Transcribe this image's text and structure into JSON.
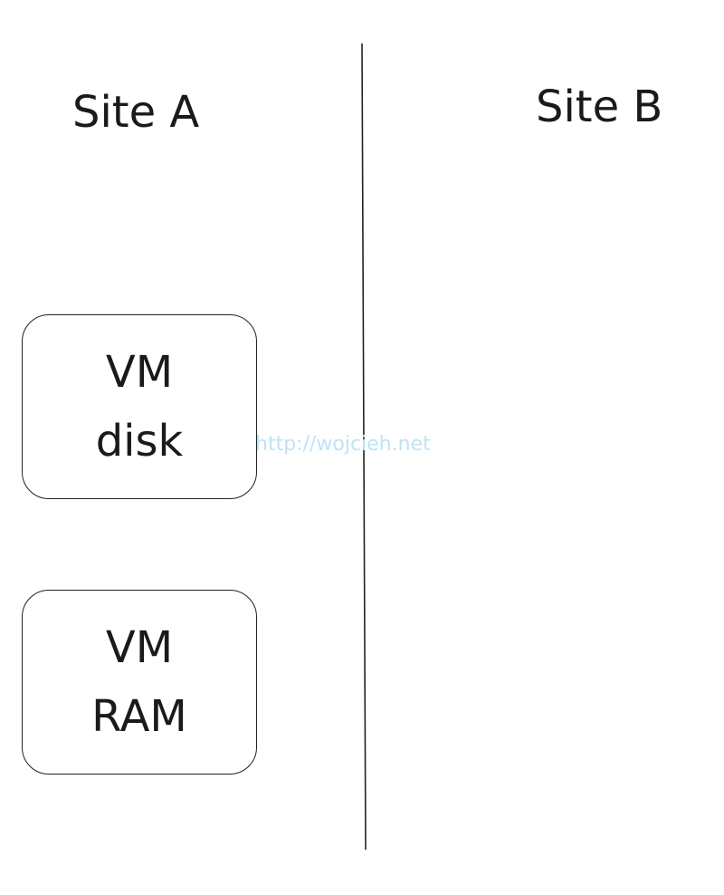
{
  "sites": {
    "left": "Site A",
    "right": "Site B"
  },
  "boxes": {
    "disk": {
      "line1": "VM",
      "line2": "disk"
    },
    "ram": {
      "line1": "VM",
      "line2": "RAM"
    }
  },
  "watermark": "http://wojcieh.net",
  "colors": {
    "stroke": "#222222",
    "text": "#1a1a1a",
    "watermark": "#bfe3f5"
  }
}
